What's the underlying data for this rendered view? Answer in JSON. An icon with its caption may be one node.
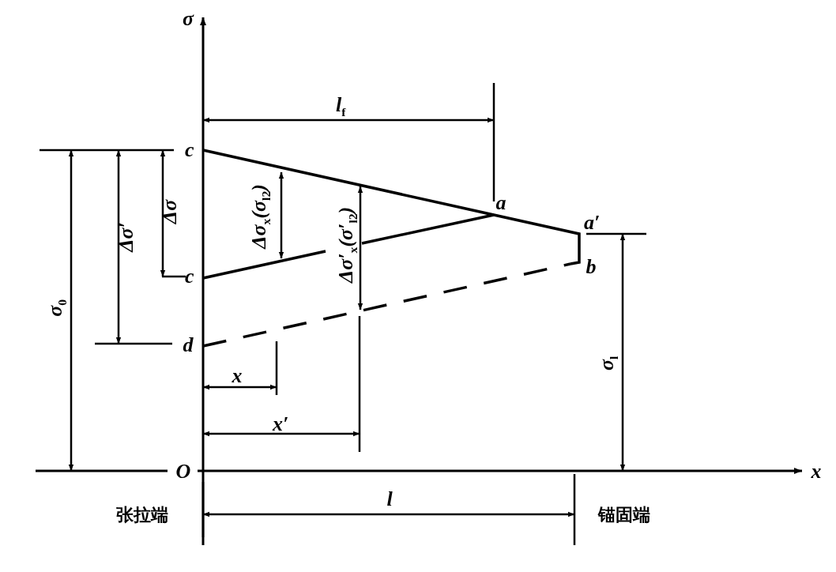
{
  "diagram": {
    "labels": [
      "σ",
      "*l*$_{f}$",
      "c",
      "Δσ",
      "Δσ′",
      "Δσ$_{x}$(σ$_{l2}$)",
      "a",
      "a′",
      "Δσ′$_{x}$(σ′$_{l2}$)",
      "b",
      "c",
      "σ$_{0}$",
      "d",
      "σ$_{l}$",
      "x",
      "x′",
      "O",
      "x",
      "张拉端",
      "l",
      "锚固端"
    ]
  }
}
